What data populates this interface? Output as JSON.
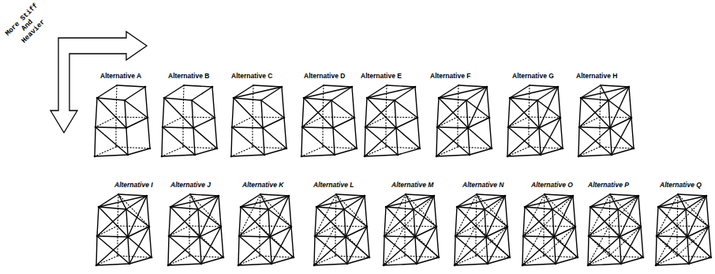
{
  "diagram": {
    "labels": [
      "More Stiff And Heavier",
      "Alternative A",
      "Alternative B",
      "Alternative C",
      "Alternative D",
      "Alternative E",
      "Alternative F",
      "Alternative G",
      "Alternative H",
      "Alternative I",
      "Alternative J",
      "Alternative K",
      "Alternative L",
      "Alternative M",
      "Alternative N",
      "Alternative O",
      "Alternative P",
      "Alternative Q"
    ]
  }
}
